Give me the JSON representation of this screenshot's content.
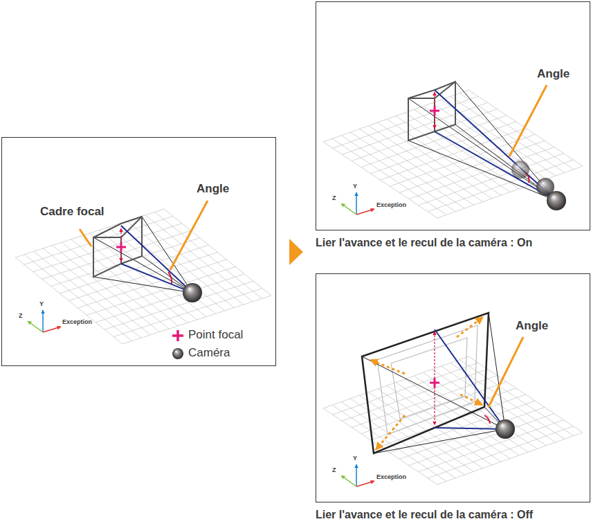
{
  "diagram": {
    "labels": [
      "Cadre focal",
      "Angle",
      "Z",
      "Y",
      "Exception",
      "Angle",
      "Z",
      "Y",
      "Exception",
      "Lier l'avance et le recul de la caméra : On",
      "Angle",
      "Z",
      "Y",
      "Exception",
      "Lier l'avance et le recul de la caméra : Off"
    ],
    "legend": [
      {
        "text": "Point focal"
      },
      {
        "text": "Caméra"
      }
    ]
  }
}
